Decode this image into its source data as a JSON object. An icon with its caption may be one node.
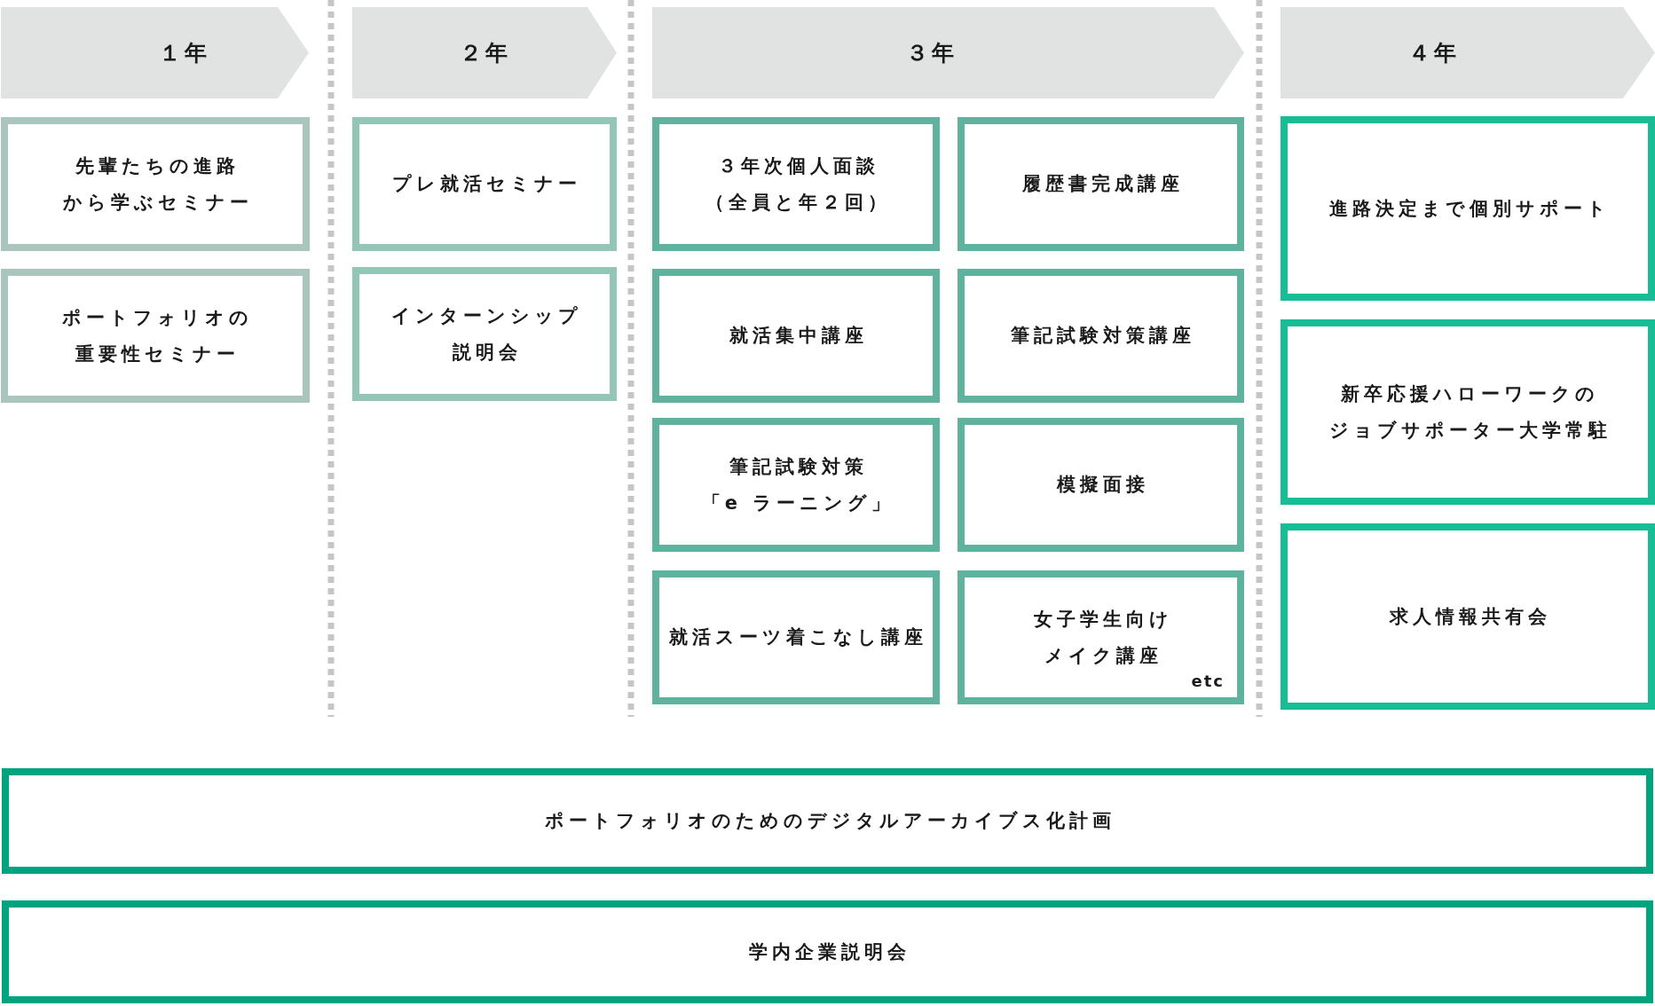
{
  "diagram": {
    "nodes": [
      {
        "text": [
          "１年"
        ]
      },
      {
        "text": [
          "先輩たちの進路から学ぶセミナー"
        ]
      },
      {
        "text": [
          "ポートフォリオの重要性セミナー"
        ]
      },
      {
        "text": [
          "２年"
        ]
      },
      {
        "text": [
          "プレ就活セミナー"
        ]
      },
      {
        "text": [
          "インターンシップ説明会"
        ]
      },
      {
        "text": [
          "３年"
        ]
      },
      {
        "text": [
          "３年次個人面談（全員と年２回）"
        ]
      },
      {
        "text": [
          "履歴書完成講座"
        ]
      },
      {
        "text": [
          "就活集中講座"
        ]
      },
      {
        "text": [
          "筆記試験対策講座"
        ]
      },
      {
        "text": [
          "筆記試験対策「e ラーニング」"
        ]
      },
      {
        "text": [
          "模擬面接"
        ]
      },
      {
        "text": [
          "就活スーツ着こなし講座"
        ]
      },
      {
        "text": [
          "女子学生向けメイク講座",
          "etc"
        ]
      },
      {
        "text": [
          "４年"
        ]
      },
      {
        "text": [
          "進路決定まで個別サポート"
        ]
      },
      {
        "text": [
          "新卒応援ハローワークのジョブサポーター大学常駐"
        ]
      },
      {
        "text": [
          "求人情報共有会"
        ]
      },
      {
        "text": [
          "ポートフォリオのためのデジタルアーカイブス化計画"
        ]
      },
      {
        "text": [
          "学内企業説明会"
        ]
      }
    ]
  }
}
